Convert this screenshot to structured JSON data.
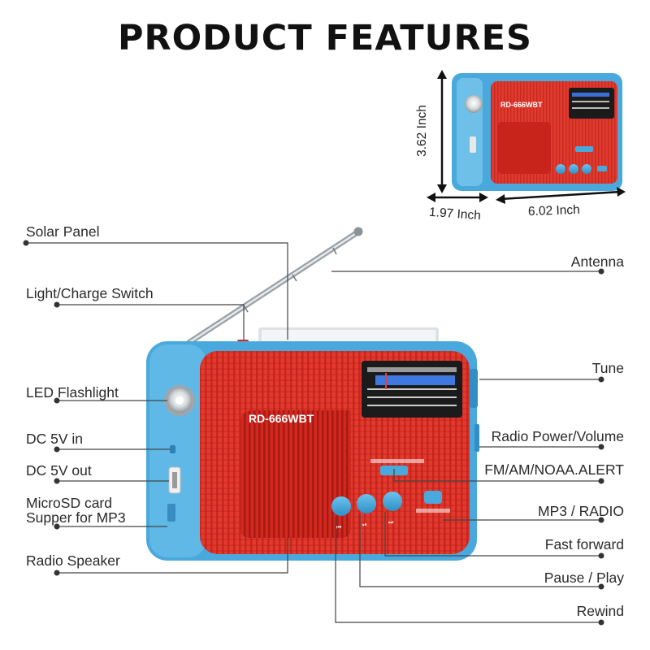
{
  "title": "PRODUCT FEATURES",
  "model_text": "RD-666WBT",
  "dimensions": {
    "height": "3.62 Inch",
    "depth": "1.97 Inch",
    "width": "6.02 Inch"
  },
  "labels_left": {
    "solar_panel": "Solar Panel",
    "light_charge_switch": "Light/Charge Switch",
    "led_flashlight": "LED Flashlight",
    "dc_in": "DC 5V in",
    "dc_out": "DC 5V out",
    "microsd_line1": "MicroSD card",
    "microsd_line2": "Supper for MP3",
    "radio_speaker": "Radio Speaker"
  },
  "labels_right": {
    "antenna": "Antenna",
    "tune": "Tune",
    "power_volume": "Radio Power/Volume",
    "band": "FM/AM/NOAA.ALERT",
    "mp3_radio": "MP3 / RADIO",
    "fast_forward": "Fast forward",
    "pause_play": "Pause / Play",
    "rewind": "Rewind"
  },
  "colors": {
    "body_blue": "#4aa9dc",
    "panel_red": "#e0342a",
    "dial_black": "#1b1b1b",
    "leader_line": "#444444"
  }
}
